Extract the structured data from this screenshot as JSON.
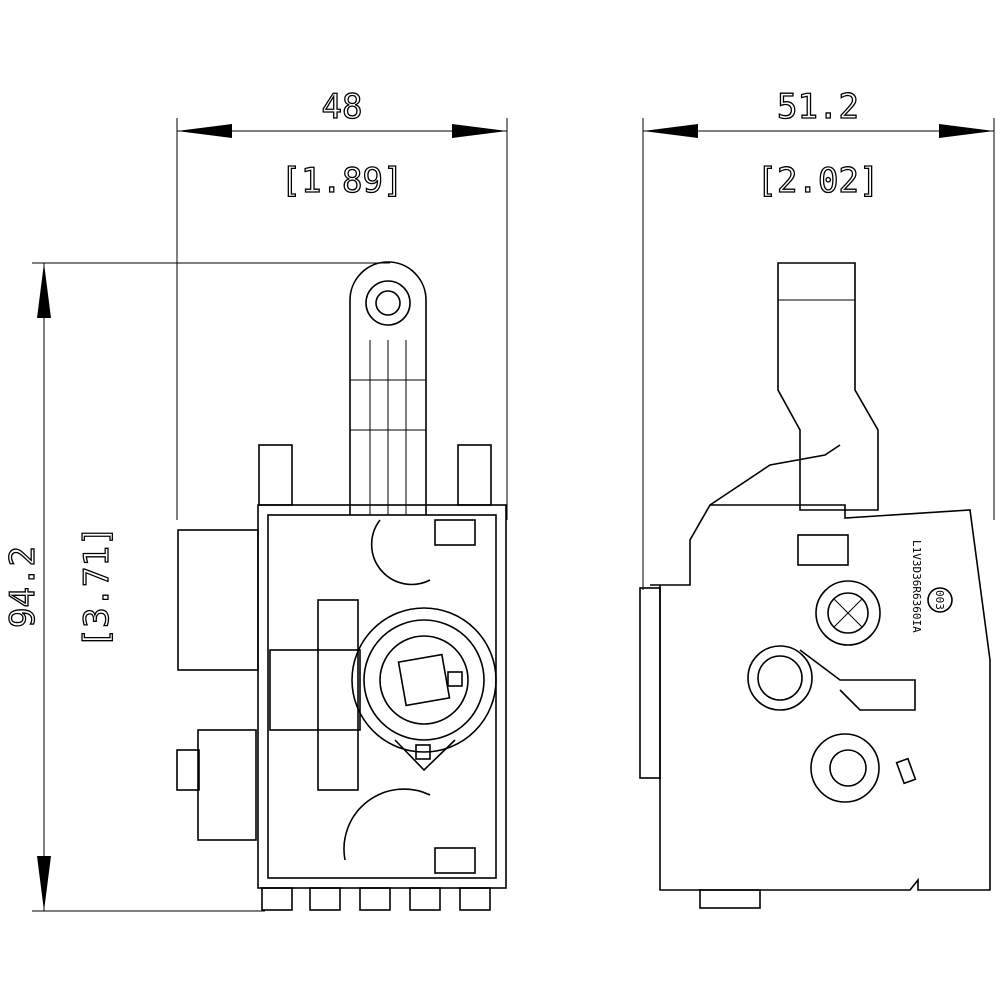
{
  "front_view": {
    "width_mm": "48",
    "width_in": "[1.89]",
    "height_mm": "94.2",
    "height_in": "[3.71]"
  },
  "side_view": {
    "depth_mm": "51.2",
    "depth_in": "[2.02]",
    "part_label": "L1V3D36R6360IA",
    "circle_mark": "003"
  }
}
